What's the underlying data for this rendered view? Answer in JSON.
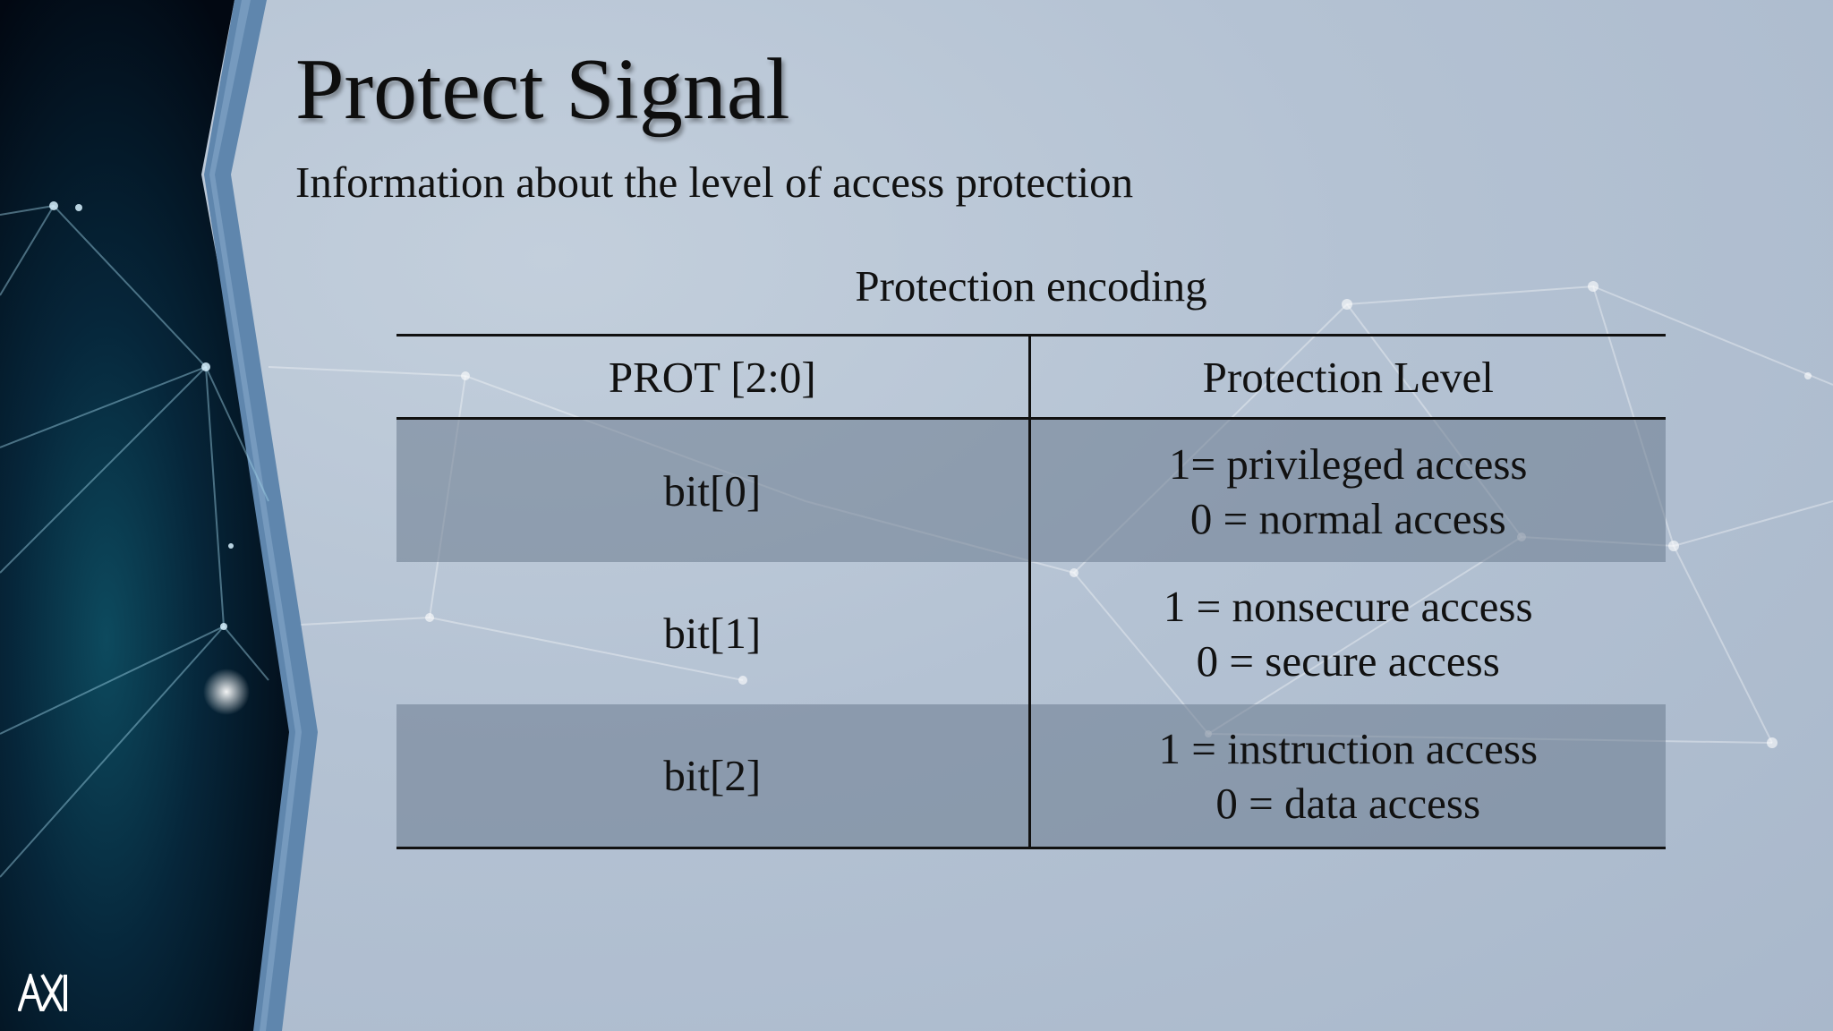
{
  "slide": {
    "title": "Protect Signal",
    "subtitle": "Information about the level of access protection",
    "table_caption": "Protection encoding",
    "table": {
      "headers": [
        "PROT [2:0]",
        "Protection Level"
      ],
      "rows": [
        {
          "bit": "bit[0]",
          "level_line1": "1= privileged access",
          "level_line2": "0 = normal access"
        },
        {
          "bit": "bit[1]",
          "level_line1": "1 = nonsecure access",
          "level_line2": "0 = secure access"
        },
        {
          "bit": "bit[2]",
          "level_line1": "1 = instruction access",
          "level_line2": "0 = data access"
        }
      ]
    },
    "logo_icon": "ax-logo-icon"
  },
  "colors": {
    "background": "#b9c6d6",
    "dark_panel": "#061220",
    "accent_stripe": "#5f86ad",
    "shaded_row": "#7a8aa0",
    "text": "#111111"
  }
}
